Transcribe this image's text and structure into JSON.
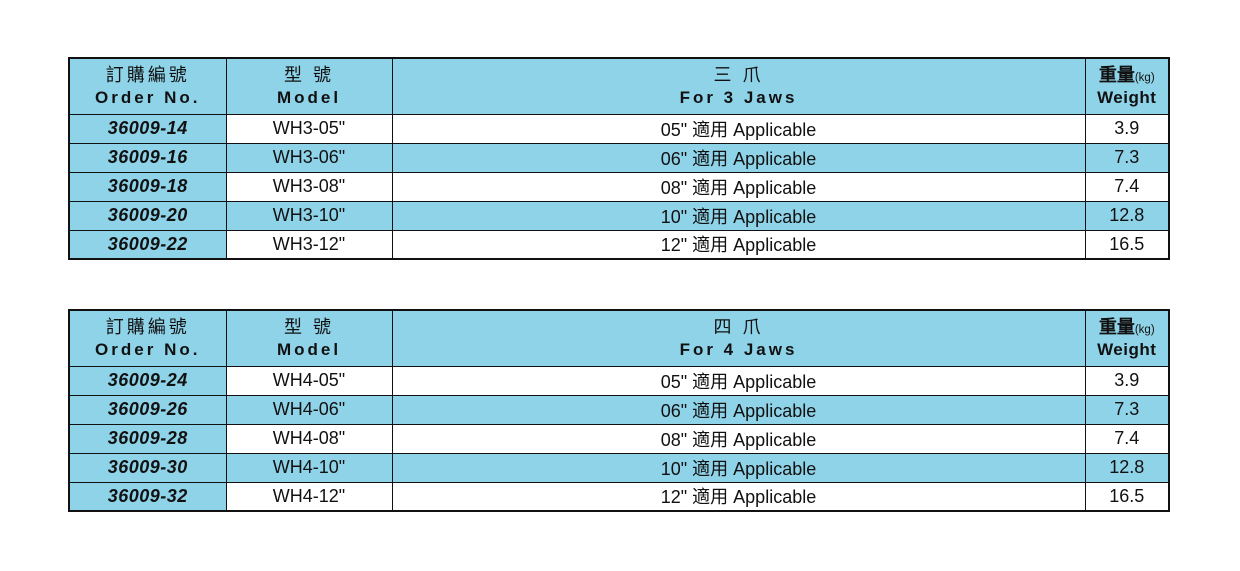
{
  "colors": {
    "accent_blue": "#8fd3e9",
    "border": "#111111",
    "text": "#111111",
    "row_white": "#ffffff"
  },
  "tables": [
    {
      "title_zh": "三 爪",
      "title_en": "For 3 Jaws",
      "headers": {
        "order_zh": "訂購編號",
        "order_en": "Order No.",
        "model_zh": "型 號",
        "model_en": "Model",
        "weight_zh": "重量",
        "weight_unit": "(kg)",
        "weight_en": "Weight"
      },
      "rows": [
        {
          "order_no": "36009-14",
          "model": "WH3-05\"",
          "applicable": "05\" 適用 Applicable",
          "weight": "3.9"
        },
        {
          "order_no": "36009-16",
          "model": "WH3-06\"",
          "applicable": "06\" 適用 Applicable",
          "weight": "7.3"
        },
        {
          "order_no": "36009-18",
          "model": "WH3-08\"",
          "applicable": "08\" 適用 Applicable",
          "weight": "7.4"
        },
        {
          "order_no": "36009-20",
          "model": "WH3-10\"",
          "applicable": "10\" 適用 Applicable",
          "weight": "12.8"
        },
        {
          "order_no": "36009-22",
          "model": "WH3-12\"",
          "applicable": "12\" 適用 Applicable",
          "weight": "16.5"
        }
      ]
    },
    {
      "title_zh": "四 爪",
      "title_en": "For 4 Jaws",
      "headers": {
        "order_zh": "訂購編號",
        "order_en": "Order No.",
        "model_zh": "型 號",
        "model_en": "Model",
        "weight_zh": "重量",
        "weight_unit": "(kg)",
        "weight_en": "Weight"
      },
      "rows": [
        {
          "order_no": "36009-24",
          "model": "WH4-05\"",
          "applicable": "05\" 適用 Applicable",
          "weight": "3.9"
        },
        {
          "order_no": "36009-26",
          "model": "WH4-06\"",
          "applicable": "06\" 適用 Applicable",
          "weight": "7.3"
        },
        {
          "order_no": "36009-28",
          "model": "WH4-08\"",
          "applicable": "08\" 適用 Applicable",
          "weight": "7.4"
        },
        {
          "order_no": "36009-30",
          "model": "WH4-10\"",
          "applicable": "10\" 適用 Applicable",
          "weight": "12.8"
        },
        {
          "order_no": "36009-32",
          "model": "WH4-12\"",
          "applicable": "12\" 適用 Applicable",
          "weight": "16.5"
        }
      ]
    }
  ]
}
